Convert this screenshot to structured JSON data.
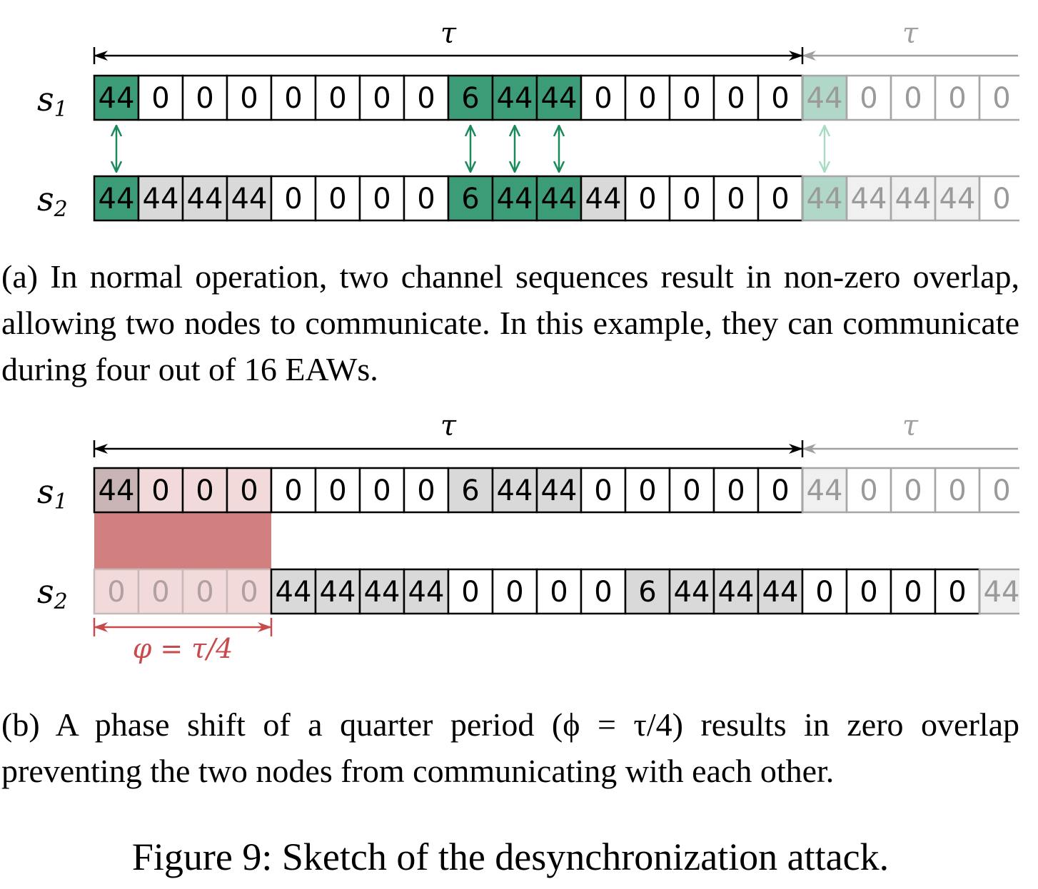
{
  "colors": {
    "green": "#3d9c78",
    "green_arrow": "#1a8a5c",
    "gray": "#d9d9d9",
    "pink": "#f2dada",
    "red": "#d27f80",
    "red_dark": "#c84a4c",
    "shadow_text": "#9a9a9a"
  },
  "panel_a": {
    "tau_label": "τ",
    "tau_next_label": "τ",
    "row1": {
      "label": "s",
      "subscript": "1",
      "cells": [
        "44",
        "0",
        "0",
        "0",
        "0",
        "0",
        "0",
        "0",
        "6",
        "44",
        "44",
        "0",
        "0",
        "0",
        "0",
        "0"
      ],
      "style": [
        "green",
        "white",
        "white",
        "white",
        "white",
        "white",
        "white",
        "white",
        "green",
        "green",
        "green",
        "white",
        "white",
        "white",
        "white",
        "white"
      ],
      "next": [
        "44",
        "0",
        "0",
        "0",
        "0"
      ],
      "next_style": [
        "green",
        "white",
        "white",
        "white",
        "white"
      ]
    },
    "row2": {
      "label": "s",
      "subscript": "2",
      "cells": [
        "44",
        "44",
        "44",
        "44",
        "0",
        "0",
        "0",
        "0",
        "6",
        "44",
        "44",
        "44",
        "0",
        "0",
        "0",
        "0"
      ],
      "style": [
        "green",
        "gray",
        "gray",
        "gray",
        "white",
        "white",
        "white",
        "white",
        "green",
        "green",
        "green",
        "gray",
        "white",
        "white",
        "white",
        "white"
      ],
      "next": [
        "44",
        "44",
        "44",
        "44",
        "0"
      ],
      "next_style": [
        "green",
        "gray",
        "gray",
        "gray",
        "white"
      ]
    },
    "overlap_indices": [
      0,
      8,
      9,
      10
    ],
    "overlap_next_indices": [
      0
    ],
    "caption": "(a) In normal operation, two channel sequences result in non-zero overlap, allowing two nodes to communicate. In this example, they can communicate during four out of 16 EAWs."
  },
  "panel_b": {
    "tau_label": "τ",
    "tau_next_label": "τ",
    "row1": {
      "label": "s",
      "subscript": "1",
      "cells": [
        "44",
        "0",
        "0",
        "0",
        "0",
        "0",
        "0",
        "0",
        "6",
        "44",
        "44",
        "0",
        "0",
        "0",
        "0",
        "0"
      ],
      "style": [
        "redgray",
        "pink",
        "pink",
        "pink",
        "white",
        "white",
        "white",
        "white",
        "gray",
        "gray",
        "gray",
        "white",
        "white",
        "white",
        "white",
        "white"
      ],
      "next": [
        "44",
        "0",
        "0",
        "0",
        "0"
      ],
      "next_style": [
        "gray",
        "white",
        "white",
        "white",
        "white"
      ]
    },
    "row2": {
      "label": "s",
      "subscript": "2",
      "shifted_cells": [
        "0",
        "0",
        "0",
        "0"
      ],
      "cells": [
        "44",
        "44",
        "44",
        "44",
        "0",
        "0",
        "0",
        "0",
        "6",
        "44",
        "44",
        "44",
        "0",
        "0",
        "0",
        "0"
      ],
      "style": [
        "gray",
        "gray",
        "gray",
        "gray",
        "white",
        "white",
        "white",
        "white",
        "gray",
        "gray",
        "gray",
        "gray",
        "white",
        "white",
        "white",
        "white"
      ],
      "next": [
        "44"
      ],
      "next_style": [
        "gray"
      ]
    },
    "phase_label": "φ = τ/4",
    "caption": "(b) A phase shift of a quarter period (ϕ = τ/4) results in zero overlap preventing the two nodes from communicating with each other."
  },
  "figure_caption": "Figure 9: Sketch of the desynchronization attack."
}
